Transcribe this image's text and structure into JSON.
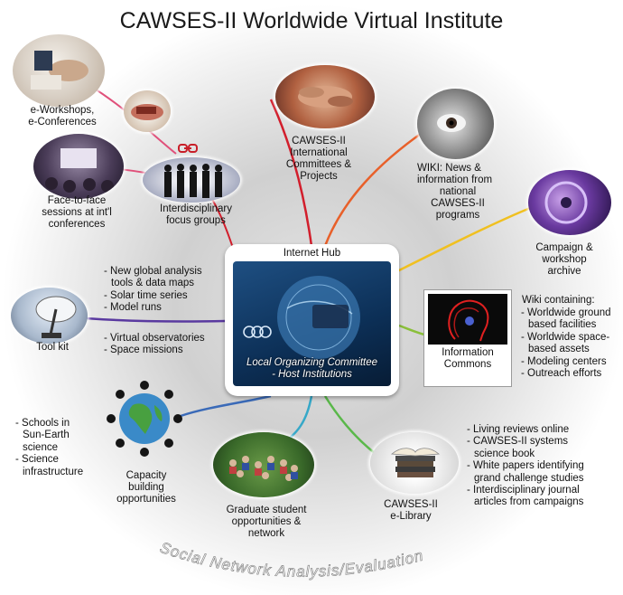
{
  "title": "CAWSES-II Worldwide Virtual Institute",
  "hub": {
    "title": "Internet Hub",
    "caption_line1": "Local Organizing Committee",
    "caption_line2": "- Host  Institutions"
  },
  "nodes": {
    "eworkshops": [
      "e-Workshops,",
      "e-Conferences"
    ],
    "face_to_face": [
      "Face-to-face",
      "sessions at int'l",
      "conferences"
    ],
    "focus_groups": [
      "Interdisciplinary",
      "focus groups"
    ],
    "committees": [
      "CAWSES-II",
      "International",
      "Committees &",
      "Projects"
    ],
    "wiki_news": [
      "WIKI:  News &",
      "information from",
      "national",
      "CAWSES-II",
      "programs"
    ],
    "campaign": [
      "Campaign &",
      "workshop",
      "archive"
    ],
    "info_commons": [
      "Information",
      "Commons"
    ],
    "toolkit": [
      "Tool kit"
    ],
    "capacity": [
      "Capacity",
      "building",
      "opportunities"
    ],
    "graduate": [
      "Graduate student",
      "opportunities &",
      "network"
    ],
    "elibrary": [
      "CAWSES-II",
      "e-Library"
    ]
  },
  "lists": {
    "toolkit_upper": [
      "New global analysis",
      "tools & data maps",
      "Solar time series",
      "Model runs"
    ],
    "toolkit_lower": [
      "Virtual observatories",
      "Space missions"
    ],
    "wiki_containing_heading": "Wiki containing:",
    "wiki_containing": [
      "Worldwide ground",
      "based facilities",
      "Worldwide space-",
      "based assets",
      "Modeling centers",
      "Outreach efforts"
    ],
    "schools": [
      "Schools in",
      "Sun-Earth",
      "science",
      "Science",
      "infrastructure"
    ],
    "library": [
      "Living reviews online",
      "CAWSES-II  systems",
      "science book",
      "White papers identifying",
      "grand challenge studies",
      "Interdisciplinary  journal",
      "articles from campaigns"
    ]
  },
  "footer_arc": "Social Network Analysis/Evaluation",
  "colors": {
    "link_red": "#d21e2c",
    "link_pink": "#e0507a",
    "link_orange": "#e8602a",
    "link_yellow": "#f0c020",
    "link_green": "#5ab84a",
    "link_blue": "#3a6ab8",
    "link_purple": "#5a3aa0",
    "link_teal": "#36a8c8"
  }
}
